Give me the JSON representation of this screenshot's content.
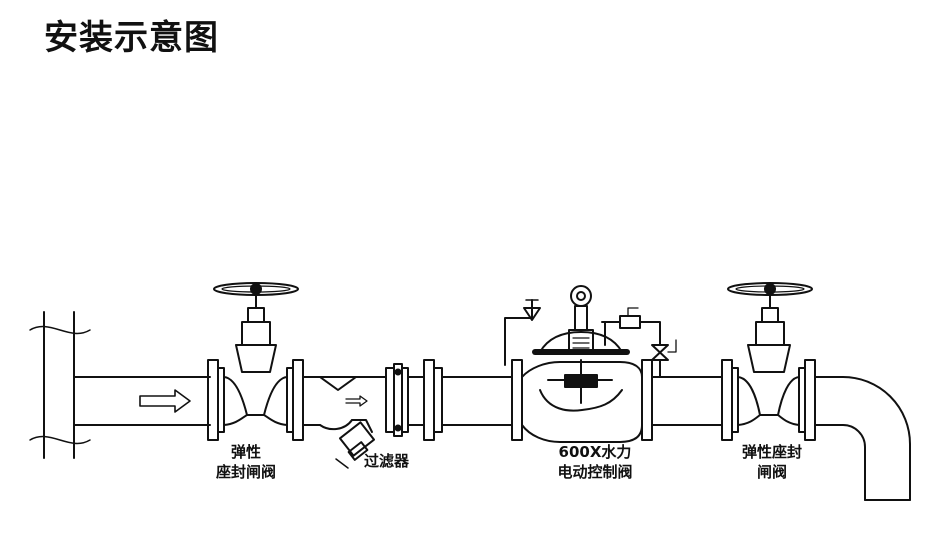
{
  "title": "安装示意图",
  "labels": {
    "gate_valve_1": [
      "弹性",
      "座封闸阀"
    ],
    "strainer": "过滤器",
    "control_valve": [
      "600X水力",
      "电动控制阀"
    ],
    "gate_valve_2": [
      "弹性座封",
      "闸阀"
    ]
  },
  "colors": {
    "line": "#111111",
    "background": "#ffffff"
  }
}
